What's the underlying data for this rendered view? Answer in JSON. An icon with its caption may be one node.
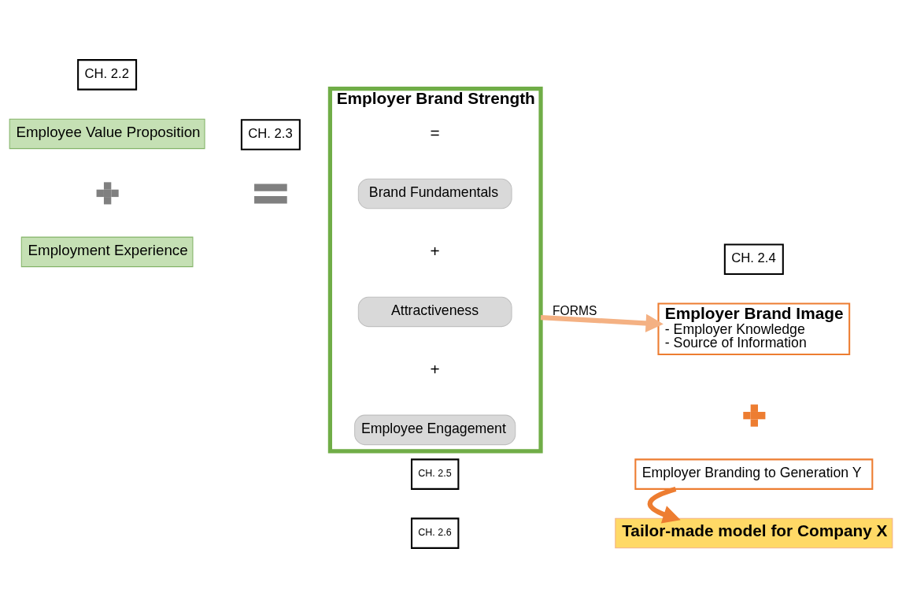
{
  "diagram": {
    "nodes": [
      {
        "text": [
          "CH. 2.2"
        ]
      },
      {
        "text": [
          "Employee Value Proposition"
        ]
      },
      {
        "text": [],
        "shape": "plus"
      },
      {
        "text": [
          "Employment Experience"
        ]
      },
      {
        "text": [],
        "shape": "equals"
      },
      {
        "text": [
          "CH. 2.3"
        ]
      },
      {
        "text": [
          "Employer Brand Strength"
        ]
      },
      {
        "text": [
          "Brand Fundamentals"
        ],
        "in": 6
      },
      {
        "text": [
          "Attractiveness"
        ],
        "in": 6
      },
      {
        "text": [
          "Employee Engagement"
        ],
        "in": 6
      },
      {
        "text": [
          "CH. 2.4"
        ]
      },
      {
        "text": [
          "Employer Brand Image",
          "- Employer Knowledge",
          "- Source of Information"
        ]
      },
      {
        "text": [
          "CH. 2.5"
        ]
      },
      {
        "text": [],
        "shape": "plus"
      },
      {
        "text": [
          "Employer Branding to Generation Y"
        ]
      },
      {
        "text": [
          "CH. 2.6"
        ]
      },
      {
        "text": [
          "Tailor-made model for Company X"
        ]
      }
    ],
    "edges": [
      {
        "from": 6,
        "to": 11,
        "arrow": "to",
        "label": "FORMS",
        "color": "#f4b183"
      },
      {
        "from": 14,
        "to": 16,
        "arrow": "to",
        "color": "#ed7d31"
      }
    ],
    "labels": [
      "=",
      "+",
      "+"
    ]
  }
}
